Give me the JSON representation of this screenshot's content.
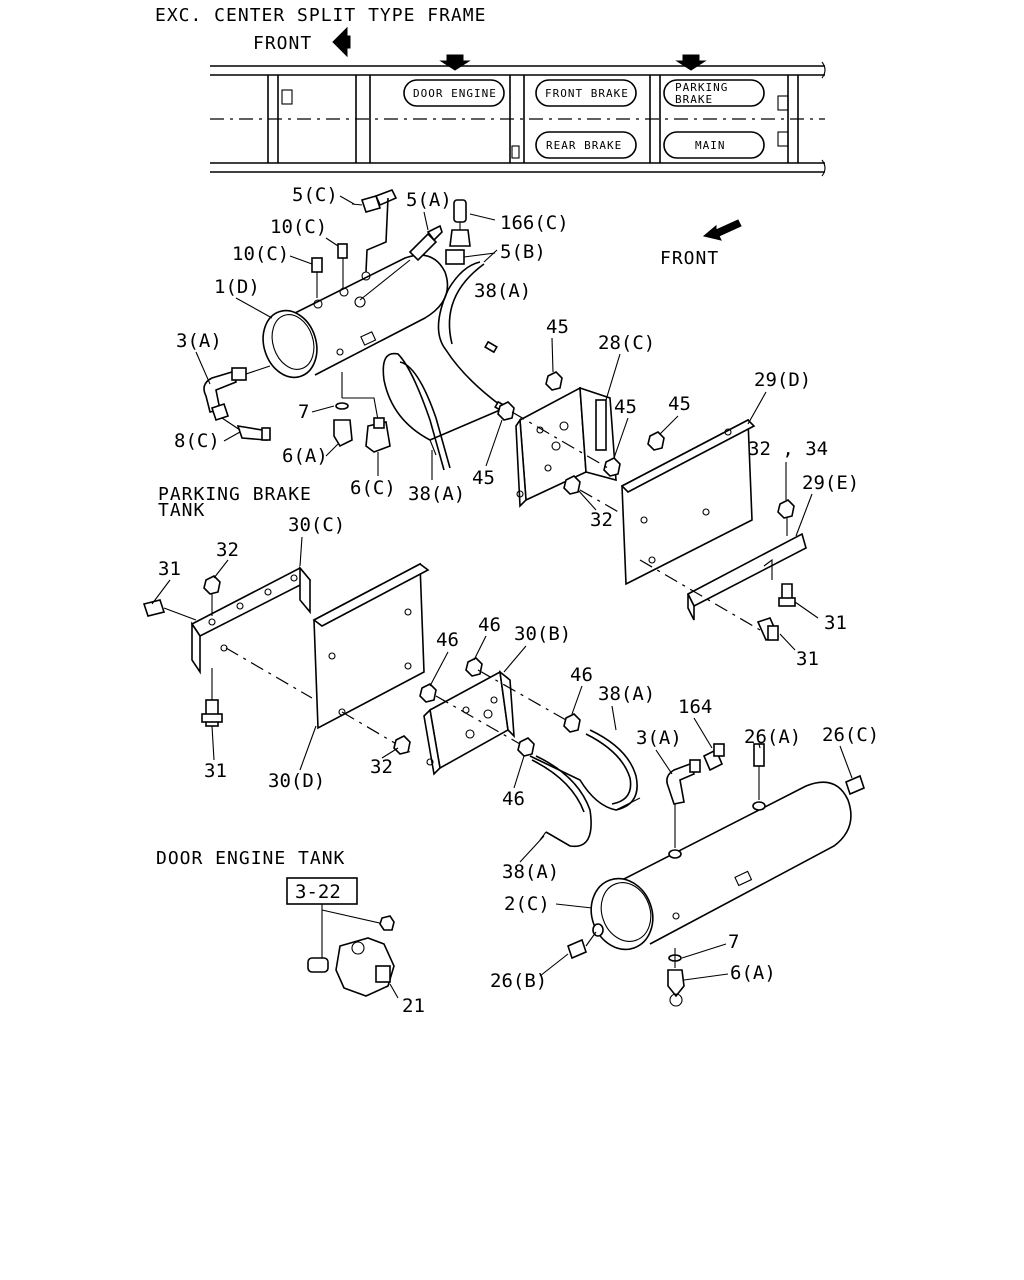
{
  "headings": {
    "frame_title": "EXC. CENTER SPLIT TYPE FRAME",
    "front_top": "FRONT",
    "front_mid": "FRONT",
    "parking_brake_tank_line1": "PARKING BRAKE",
    "parking_brake_tank_line2": "TANK",
    "door_engine_tank": "DOOR ENGINE TANK"
  },
  "frame_tanks": {
    "door_engine": "DOOR ENGINE",
    "front_brake": "FRONT BRAKE",
    "rear_brake": "REAR BRAKE",
    "parking_brake_line1": "PARKING",
    "parking_brake_line2": "BRAKE",
    "main": "MAIN"
  },
  "ref_box": "3-22",
  "callouts": [
    {
      "id": "5C",
      "text": "5(C)"
    },
    {
      "id": "10C_a",
      "text": "10(C)"
    },
    {
      "id": "10C_b",
      "text": "10(C)"
    },
    {
      "id": "5A",
      "text": "5(A)"
    },
    {
      "id": "166C",
      "text": "166(C)"
    },
    {
      "id": "5B",
      "text": "5(B)"
    },
    {
      "id": "1D",
      "text": "1(D)"
    },
    {
      "id": "38A_1",
      "text": "38(A)"
    },
    {
      "id": "45_1",
      "text": "45"
    },
    {
      "id": "28C",
      "text": "28(C)"
    },
    {
      "id": "29D",
      "text": "29(D)"
    },
    {
      "id": "3A_1",
      "text": "3(A)"
    },
    {
      "id": "7_1",
      "text": "7"
    },
    {
      "id": "45_2",
      "text": "45"
    },
    {
      "id": "45_3",
      "text": "45"
    },
    {
      "id": "8C",
      "text": "8(C)"
    },
    {
      "id": "6A_1",
      "text": "6(A)"
    },
    {
      "id": "6C",
      "text": "6(C)"
    },
    {
      "id": "38A_2",
      "text": "38(A)"
    },
    {
      "id": "45_4",
      "text": "45"
    },
    {
      "id": "32_34",
      "text": "32 , 34"
    },
    {
      "id": "29E",
      "text": "29(E)"
    },
    {
      "id": "32_1",
      "text": "32"
    },
    {
      "id": "30C",
      "text": "30(C)"
    },
    {
      "id": "32_2",
      "text": "32"
    },
    {
      "id": "31_1",
      "text": "31"
    },
    {
      "id": "31_2",
      "text": "31"
    },
    {
      "id": "31_3",
      "text": "31"
    },
    {
      "id": "46_1",
      "text": "46"
    },
    {
      "id": "46_2",
      "text": "46"
    },
    {
      "id": "30B",
      "text": "30(B)"
    },
    {
      "id": "46_3",
      "text": "46"
    },
    {
      "id": "38A_3",
      "text": "38(A)"
    },
    {
      "id": "164",
      "text": "164"
    },
    {
      "id": "26A",
      "text": "26(A)"
    },
    {
      "id": "3A_2",
      "text": "3(A)"
    },
    {
      "id": "26C",
      "text": "26(C)"
    },
    {
      "id": "31_4",
      "text": "31"
    },
    {
      "id": "30D",
      "text": "30(D)"
    },
    {
      "id": "32_3",
      "text": "32"
    },
    {
      "id": "46_4",
      "text": "46"
    },
    {
      "id": "38A_4",
      "text": "38(A)"
    },
    {
      "id": "2C",
      "text": "2(C)"
    },
    {
      "id": "7_2",
      "text": "7"
    },
    {
      "id": "6A_2",
      "text": "6(A)"
    },
    {
      "id": "26B",
      "text": "26(B)"
    },
    {
      "id": "21",
      "text": "21"
    }
  ]
}
